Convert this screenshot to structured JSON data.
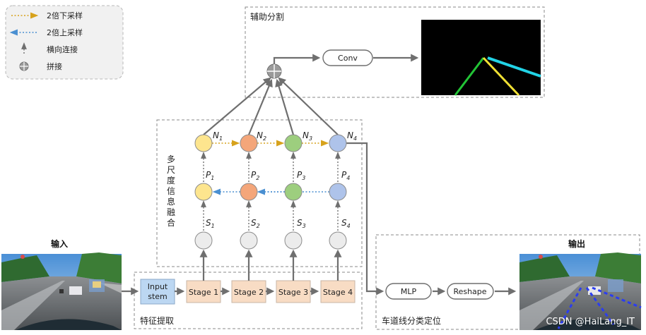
{
  "legend": {
    "downsample": "2倍下采样",
    "upsample": "2倍上采样",
    "lateral": "横向连接",
    "concat": "拼接"
  },
  "groups": {
    "aux_seg": "辅助分割",
    "fusion": "多尺度信息融合",
    "feature_extraction": "特征提取",
    "lane_cls": "车道线分类定位"
  },
  "io": {
    "input_label": "输入",
    "output_label": "输出"
  },
  "backbone": {
    "stem_line1": "Input",
    "stem_line2": "stem",
    "stages": [
      "Stage 1",
      "Stage 2",
      "Stage 3",
      "Stage 4"
    ]
  },
  "nodes": {
    "n_base": "N",
    "p_base": "P",
    "s_base": "S",
    "subscripts": [
      "1",
      "2",
      "3",
      "4"
    ]
  },
  "blocks": {
    "conv": "Conv",
    "mlp": "MLP",
    "reshape": "Reshape"
  },
  "watermark": "CSDN @HaiLang_IT",
  "colors": {
    "n_nodes": [
      "#fde58e",
      "#f4a67a",
      "#9dce7e",
      "#aec3ea"
    ],
    "p_nodes": [
      "#fde58e",
      "#f4a67a",
      "#9dce7e",
      "#aec3ea"
    ],
    "s_nodes": "#ececec",
    "concat_node": "#9a9a9a",
    "downsample_arrow": "#d7a21c",
    "upsample_arrow": "#4a8fd1",
    "stage_fill": "#f8dcc4",
    "stem_fill": "#bcd7f2"
  }
}
